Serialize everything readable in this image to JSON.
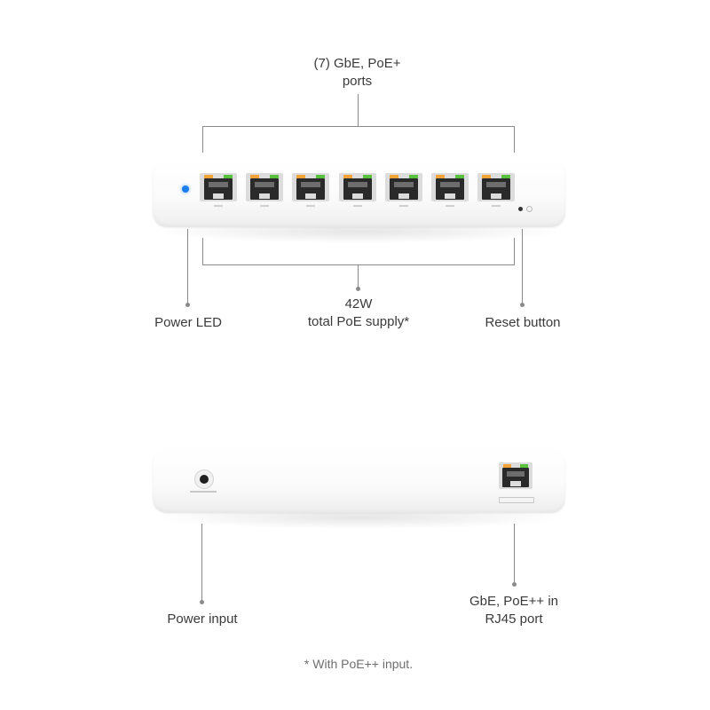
{
  "front": {
    "top_label_line1": "(7) GbE, PoE+",
    "top_label_line2": "ports",
    "power_led_label": "Power LED",
    "poe_budget_line1": "42W",
    "poe_budget_line2": "total PoE supply*",
    "reset_label": "Reset button",
    "port_count": 7,
    "colors": {
      "led_blue": "#1a7df0",
      "port_led_orange": "#f2a33a",
      "port_led_green": "#58c23f"
    }
  },
  "back": {
    "power_input_label": "Power input",
    "uplink_label_line1": "GbE, PoE++ in",
    "uplink_label_line2": "RJ45 port"
  },
  "footnote": "* With PoE++ input."
}
